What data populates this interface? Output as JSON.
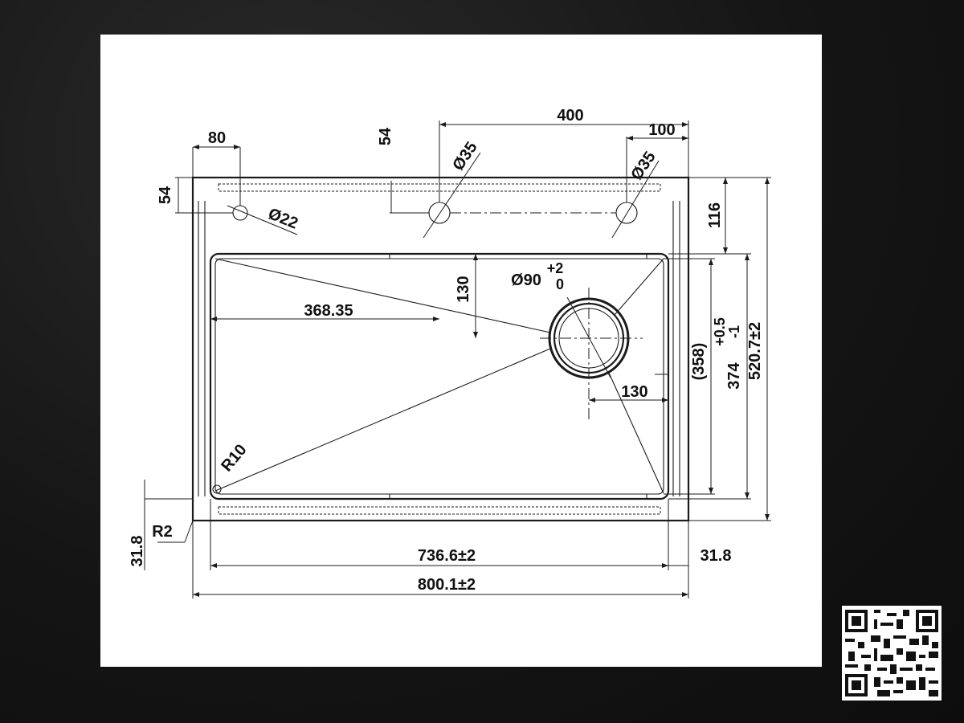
{
  "dimensions": {
    "top_80": "80",
    "top_54_vert": "54",
    "top_400": "400",
    "top_100": "100",
    "left_54": "54",
    "dia35_left": "Ø35",
    "dia35_right": "Ø35",
    "dia22": "Ø22",
    "right_116": "116",
    "dia90": "Ø90",
    "tol_plus2": "+2",
    "tol_zero": "0",
    "v130": "130",
    "h368": "368.35",
    "h130": "130",
    "paren358": "(358)",
    "v374": "374",
    "tol374_plus": "+0.5",
    "tol374_minus": "-1",
    "v520": "520.7±2",
    "r10": "R10",
    "r2": "R2",
    "left_31_8": "31.8",
    "right_31_8": "31.8",
    "w736": "736.6±2",
    "w800": "800.1±2"
  },
  "qr_icon": "qr-code-icon"
}
